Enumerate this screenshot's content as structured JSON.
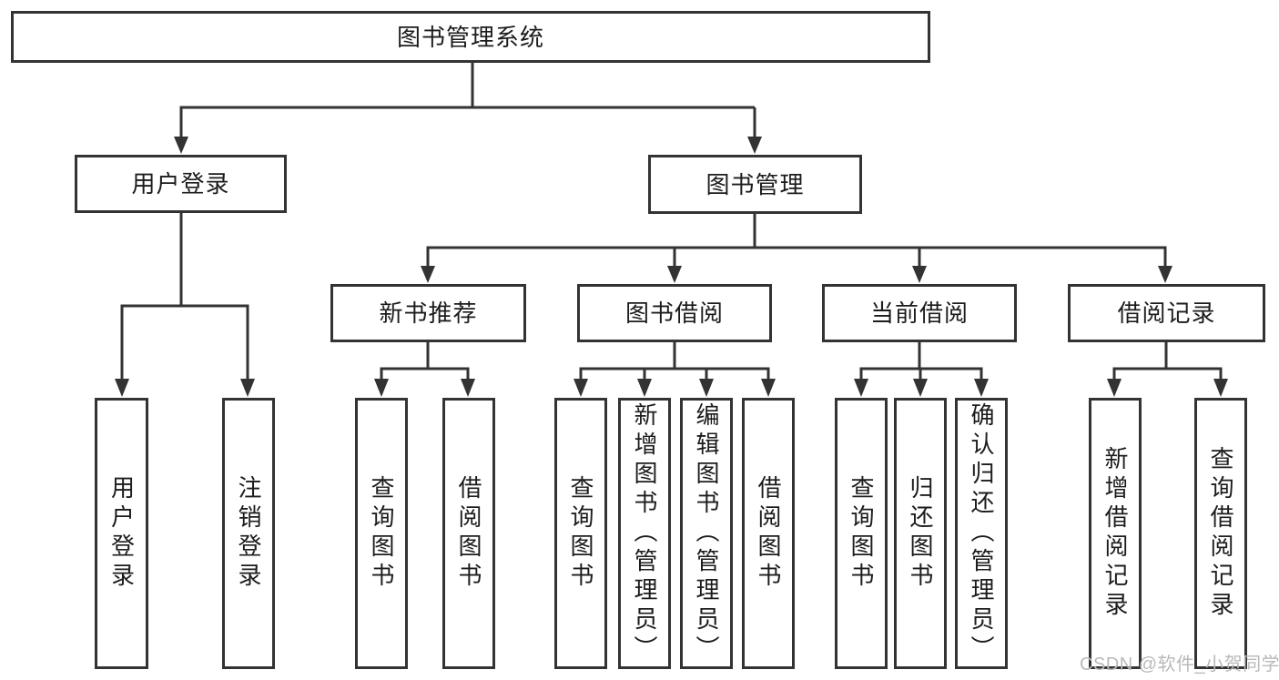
{
  "colors": {
    "line": "#333333",
    "box-border": "#333333",
    "box-fill": "#ffffff",
    "text": "#1c1c1c",
    "watermark": "#b9b9b9"
  },
  "watermark": "CSDN @软件_小贺同学",
  "diagram": {
    "root": {
      "label": "图书管理系统"
    },
    "branches": [
      {
        "label": "用户登录",
        "children": [
          {
            "label": "用户登录"
          },
          {
            "label": "注销登录"
          }
        ]
      },
      {
        "label": "图书管理",
        "children": [
          {
            "label": "新书推荐",
            "children": [
              {
                "label": "查询图书"
              },
              {
                "label": "借阅图书"
              }
            ]
          },
          {
            "label": "图书借阅",
            "children": [
              {
                "label": "查询图书"
              },
              {
                "label": "新增图书（管理员）"
              },
              {
                "label": "编辑图书（管理员）"
              },
              {
                "label": "借阅图书"
              }
            ]
          },
          {
            "label": "当前借阅",
            "children": [
              {
                "label": "查询图书"
              },
              {
                "label": "归还图书"
              },
              {
                "label": "确认归还（管理员）"
              }
            ]
          },
          {
            "label": "借阅记录",
            "children": [
              {
                "label": "新增借阅记录"
              },
              {
                "label": "查询借阅记录"
              }
            ]
          }
        ]
      }
    ]
  }
}
